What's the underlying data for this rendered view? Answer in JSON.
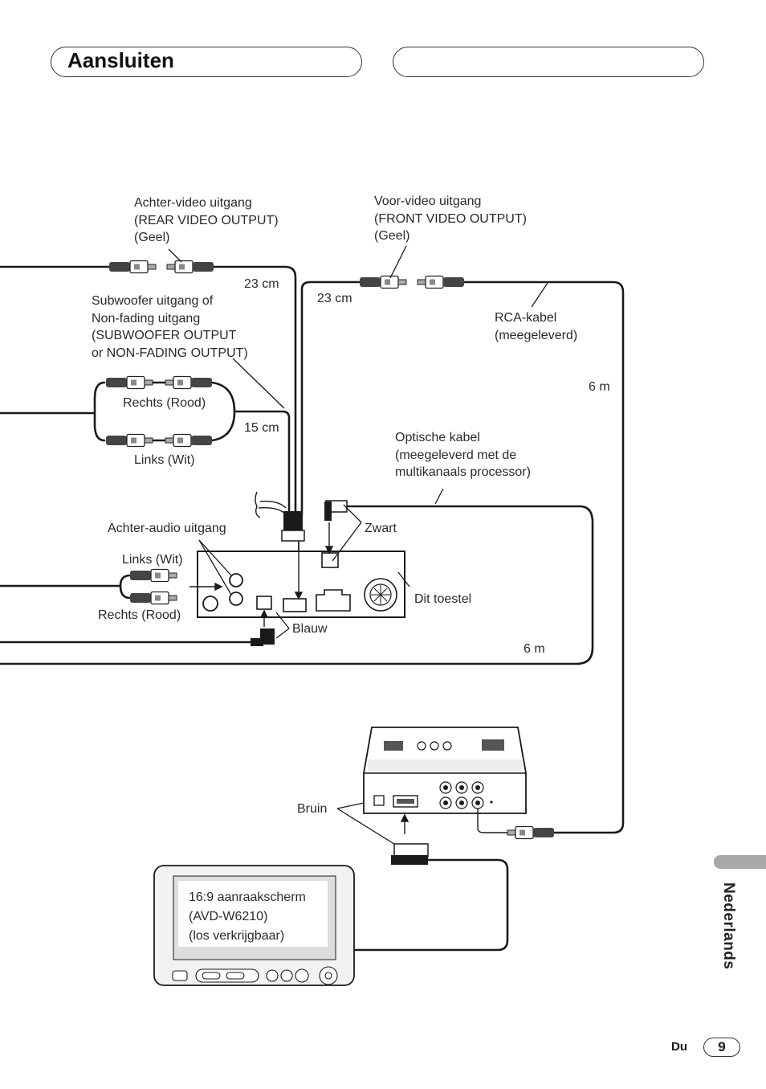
{
  "header": {
    "title": "Aansluiten",
    "right_pill_text": ""
  },
  "labels": {
    "rear_video": [
      "Achter-video uitgang",
      "(REAR VIDEO OUTPUT)",
      "(Geel)"
    ],
    "front_video": [
      "Voor-video uitgang",
      "(FRONT VIDEO OUTPUT)",
      "(Geel)"
    ],
    "len_23cm_left": "23 cm",
    "len_23cm_right": "23 cm",
    "subwoofer": [
      "Subwoofer uitgang of",
      "Non-fading uitgang",
      "(SUBWOOFER OUTPUT",
      "or NON-FADING OUTPUT)"
    ],
    "rca_cable": [
      "RCA-kabel",
      "(meegeleverd)"
    ],
    "len_6m_top": "6 m",
    "rechts_rood_top": "Rechts (Rood)",
    "len_15cm": "15 cm",
    "links_wit_top": "Links (Wit)",
    "optical": [
      "Optische kabel",
      "(meegeleverd met de",
      "multikanaals processor)"
    ],
    "rear_audio": "Achter-audio uitgang",
    "zwart": "Zwart",
    "links_wit_bottom": "Links (Wit)",
    "dit_toestel": "Dit toestel",
    "rechts_rood_bottom": "Rechts (Rood)",
    "blauw": "Blauw",
    "len_6m_bottom": "6 m",
    "bruin": "Bruin",
    "screen": [
      "16:9 aanraakscherm",
      "(AVD-W6210)",
      "(los verkrijgbaar)"
    ]
  },
  "sidebar": {
    "language": "Nederlands"
  },
  "footer": {
    "lang_code": "Du",
    "page": "9"
  },
  "colors": {
    "line": "#1a1a1a",
    "text": "#2a2a2a",
    "tab": "#a8a8a8"
  }
}
